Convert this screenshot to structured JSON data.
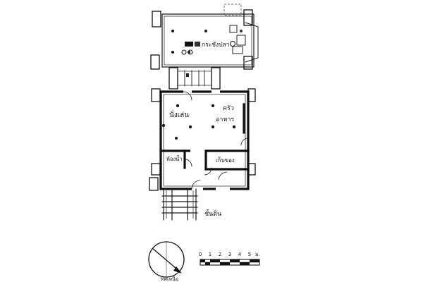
{
  "labels": {
    "upper_terrace": "กระชังปลา",
    "living_area": "นั่งเล่น",
    "kitchen_line1": "ครัว",
    "kitchen_line2": "อาหาร",
    "bath": "ห้องน้ำ",
    "storage": "เก็บของ",
    "ground_level": "ชั้นดิน",
    "north": "ทิศเหนือ"
  },
  "scale_bar": {
    "ticks": [
      "0",
      "1",
      "2",
      "3",
      "4",
      "5"
    ],
    "unit": "ม."
  }
}
